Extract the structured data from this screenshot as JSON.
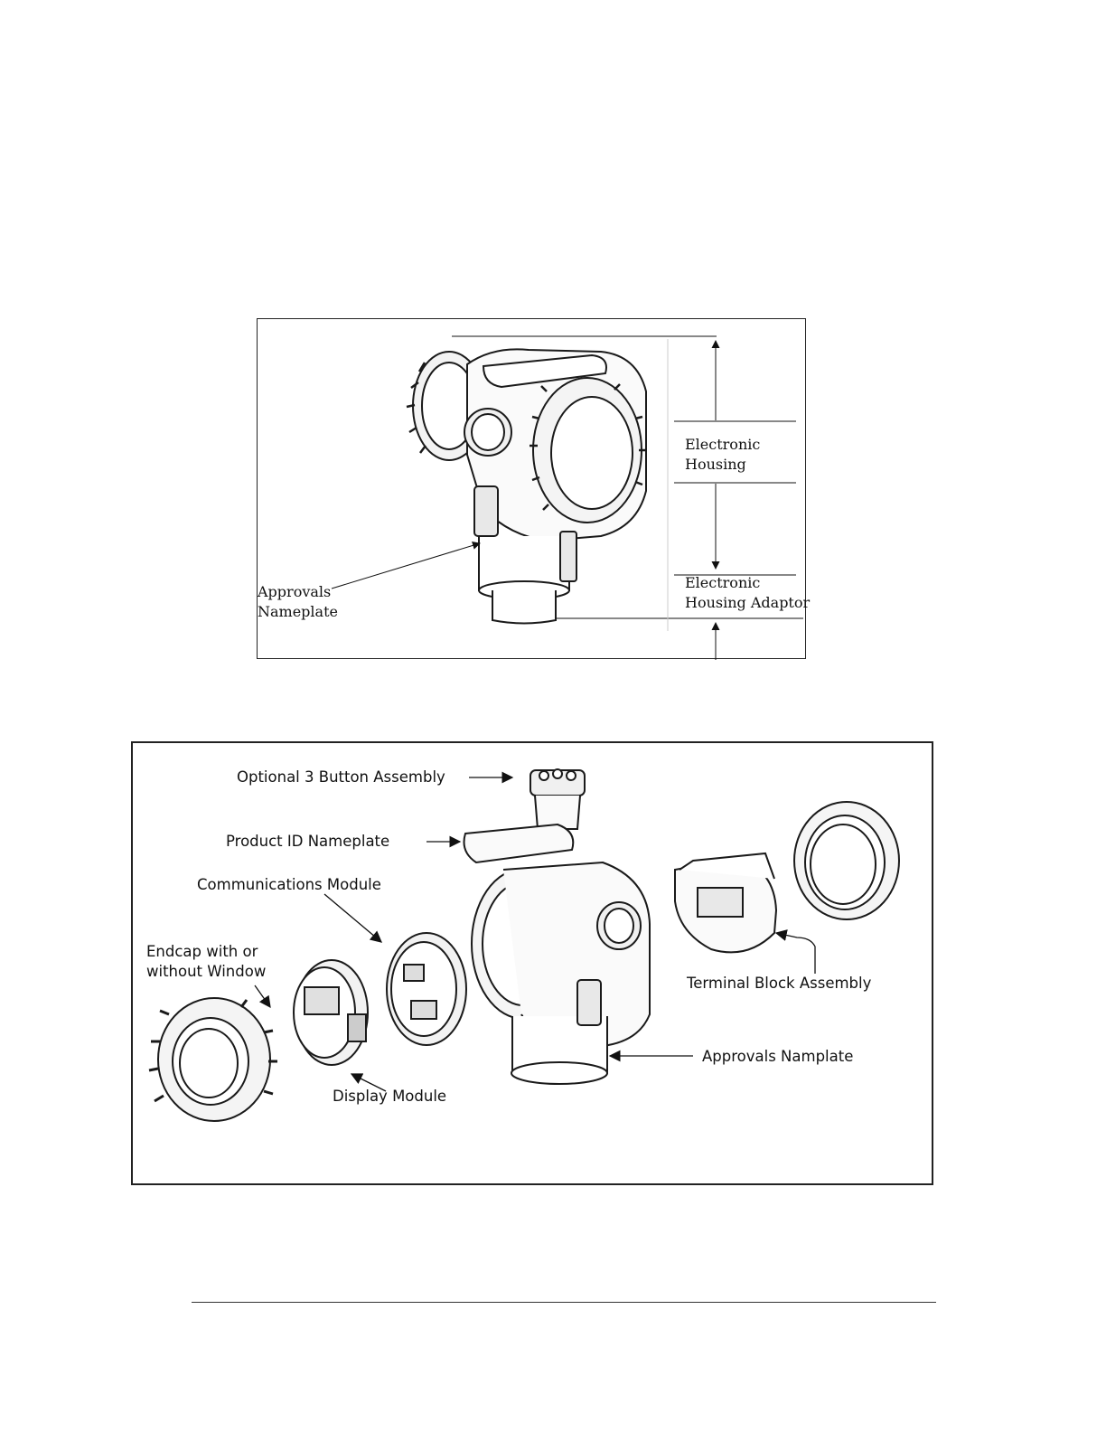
{
  "figure1": {
    "labels": {
      "electronic_housing_line1": "Electronic",
      "electronic_housing_line2": "Housing",
      "housing_adaptor_line1": "Electronic",
      "housing_adaptor_line2": "Housing Adaptor",
      "approvals_line1": "Approvals",
      "approvals_line2": "Nameplate"
    }
  },
  "figure2": {
    "labels": {
      "button_assembly": "Optional 3 Button Assembly",
      "product_id": "Product ID Nameplate",
      "comms_module": "Communications Module",
      "endcap_line1": "Endcap with or",
      "endcap_line2": "without Window",
      "terminal_block": "Terminal Block Assembly",
      "approvals": "Approvals Namplate",
      "display_module": "Display Module"
    }
  }
}
